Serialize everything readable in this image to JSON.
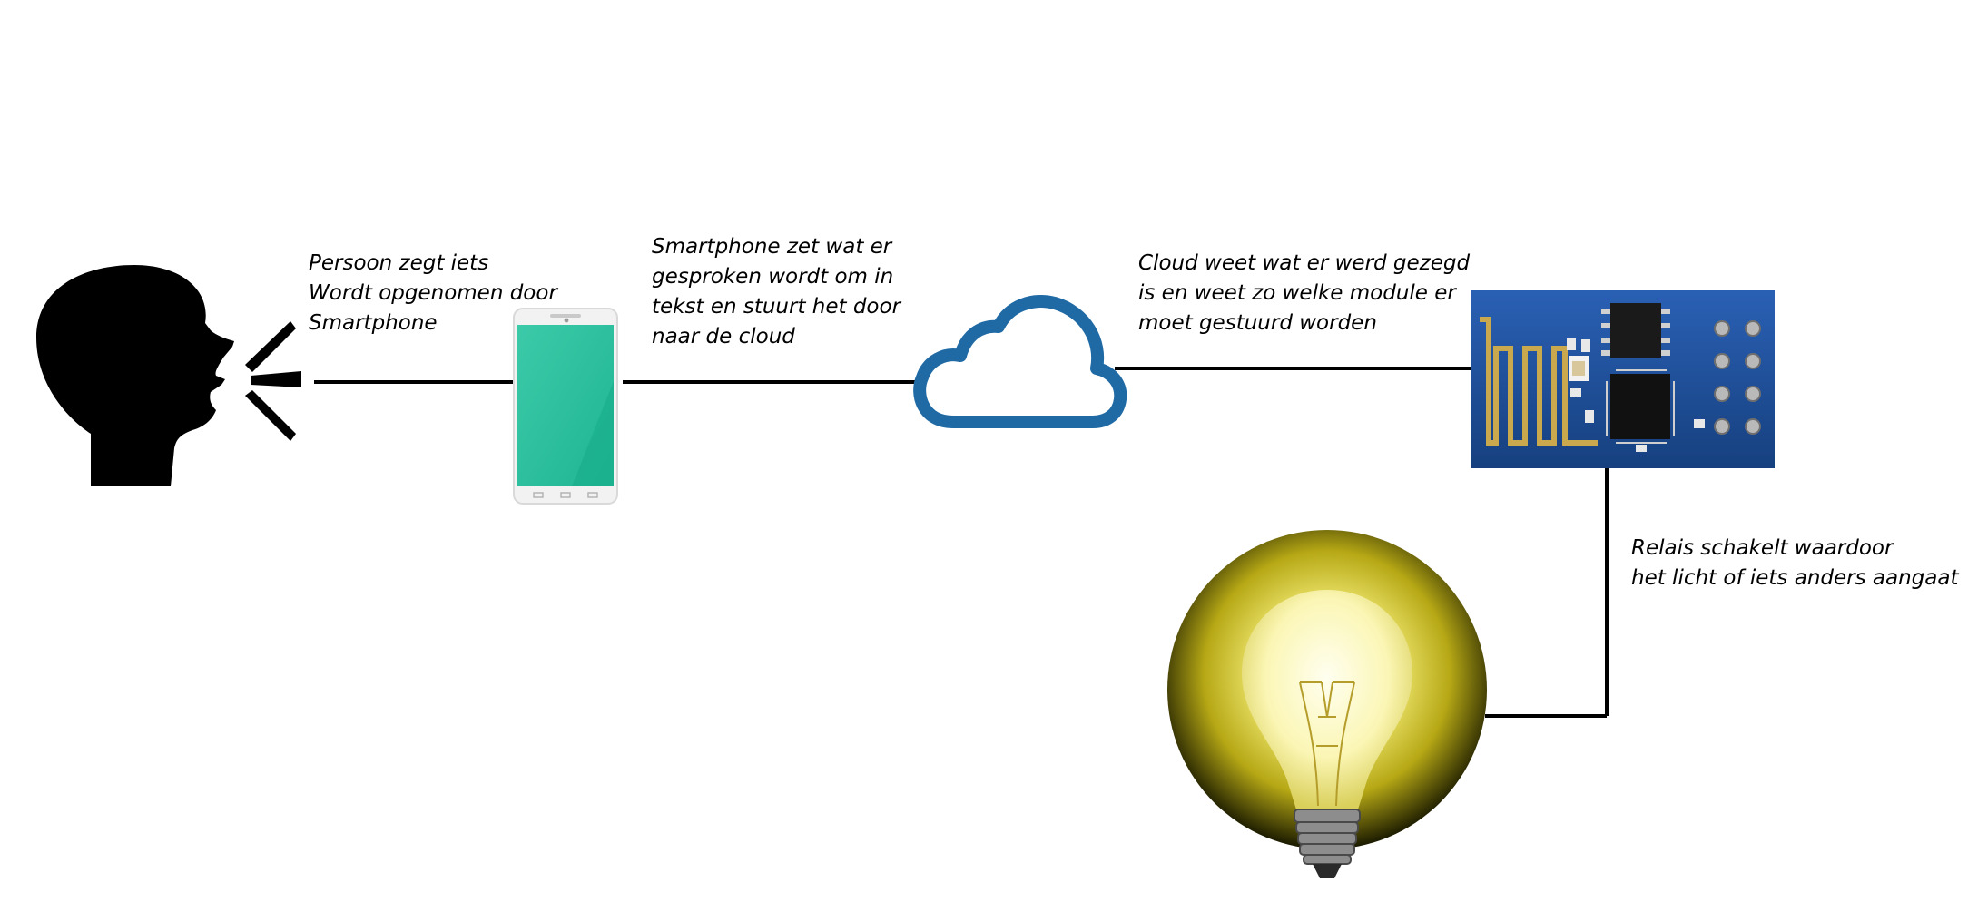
{
  "captions": {
    "person": [
      "Persoon zegt iets",
      "Wordt opgenomen door",
      "Smartphone"
    ],
    "smartphone": [
      "Smartphone zet wat er",
      "gesproken wordt om in",
      "tekst en stuurt het door",
      "naar de cloud"
    ],
    "cloud": [
      "Cloud weet wat er werd gezegd",
      "is en weet zo welke module er",
      "moet gestuurd worden"
    ],
    "relay": [
      "Relais schakelt waardoor",
      "het licht of iets anders aangaat"
    ]
  },
  "icons": {
    "person": "speaking-head-icon",
    "smartphone": "smartphone-icon",
    "cloud": "cloud-icon",
    "module": "wifi-module-icon",
    "lamp": "light-bulb-icon"
  },
  "colors": {
    "line": "#000000",
    "phone_screen": "#2dbf9f",
    "cloud": "#1f6aa5",
    "module_board": "#1d4f9c",
    "bulb_glow": "#f6ee7a"
  }
}
